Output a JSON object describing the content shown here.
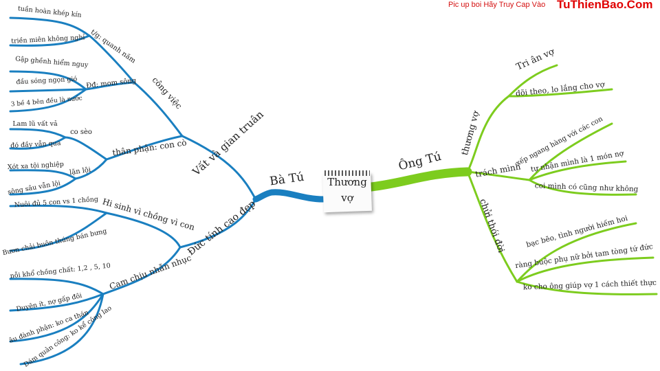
{
  "watermark": {
    "prefix": "Pic up boi Hãy Truy Cap Vào",
    "site": "TuThienBao.Com"
  },
  "center": {
    "line1": "Thương",
    "line2": "vợ"
  },
  "colors": {
    "left_branch": "#1a7fc0",
    "right_branch": "#7dcc1e",
    "text": "#222222",
    "watermark": "#e00000"
  },
  "left_main": "Bà Tú",
  "right_main": "Ông Tú",
  "left": {
    "vat_va": {
      "label": "Vất và gian truân",
      "cong_viec": {
        "label": "công việc",
        "quanh_nam": {
          "label": "t/g: quanh năm",
          "items": [
            "tuần hoàn khép kín",
            "triền miên không nghỉ"
          ]
        },
        "mom_song": {
          "label": "Đđ: mom sông",
          "items": [
            "Gập ghềnh hiểm nguy",
            "đầu sóng ngọn gió",
            "3 bề 4 bên đều là nước"
          ]
        }
      },
      "than_phan": {
        "label": "thân phận: con cò",
        "co_seo": {
          "label": "co sèo",
          "items": [
            "Lam lũ vất vả",
            "đó đầy vẫn qua"
          ]
        },
        "lan_loi": {
          "label": "lặn lội",
          "items": [
            "Xót xa tội nghiệp",
            "sông sâu vẫn lội"
          ]
        }
      }
    },
    "duc_tinh": {
      "label": "Đức tính cao đẹp",
      "hi_sinh": {
        "label": "Hi sinh vì chồng vì con",
        "items": [
          "Nuôi đủ 5 con vs 1 chồng",
          "Bươn chải buôn thúng bán bưng"
        ]
      },
      "cam_chiu": {
        "label": "Cam chịu nhẫn nhục",
        "items": [
          "nỗi khổ chồng chất: 1,2 , 5, 10",
          "Duyên ít, nợ gấp đôi",
          "âu đành phận: ko ca thán",
          "Dám quản công: ko kể công lao"
        ]
      }
    }
  },
  "right": {
    "thuong_vo": {
      "label": "thương vợ",
      "items": [
        "Tri ân vợ",
        "dõi theo, lo lắng cho vợ"
      ]
    },
    "trach_minh": {
      "label": "trách mình",
      "items": [
        "xếp ngang hàng với các con",
        "tự nhận mình là 1 món nợ",
        "coi mình có cũng như không"
      ]
    },
    "chui_thoi_doi": {
      "label": "chửi thói đời",
      "items": [
        "bạc bẽo, tình người hiếm hoi",
        "ràng buộc phụ nữ bởi tam tòng tứ đức",
        "ko cho ông giúp vợ 1 cách thiết thực"
      ]
    }
  }
}
